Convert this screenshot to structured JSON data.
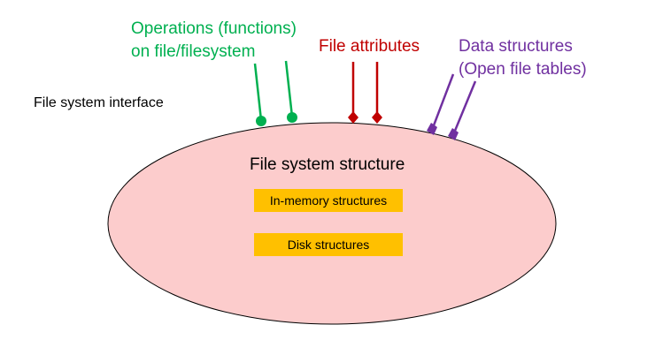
{
  "labels": {
    "interface": "File system interface",
    "operations": [
      "Operations (functions)",
      "on file/filesystem"
    ],
    "attributes": "File attributes",
    "data_structures": [
      "Data structures",
      "(Open file tables)"
    ]
  },
  "structure": {
    "title": "File system structure",
    "boxes": {
      "in_memory": "In-memory structures",
      "disk": "Disk structures"
    }
  },
  "colors": {
    "ellipse_fill": "#fccccc",
    "ellipse_stroke": "#000000",
    "box_fill": "#ffc000",
    "operations": "#00b050",
    "attributes": "#c00000",
    "data_structures": "#7030a0"
  }
}
